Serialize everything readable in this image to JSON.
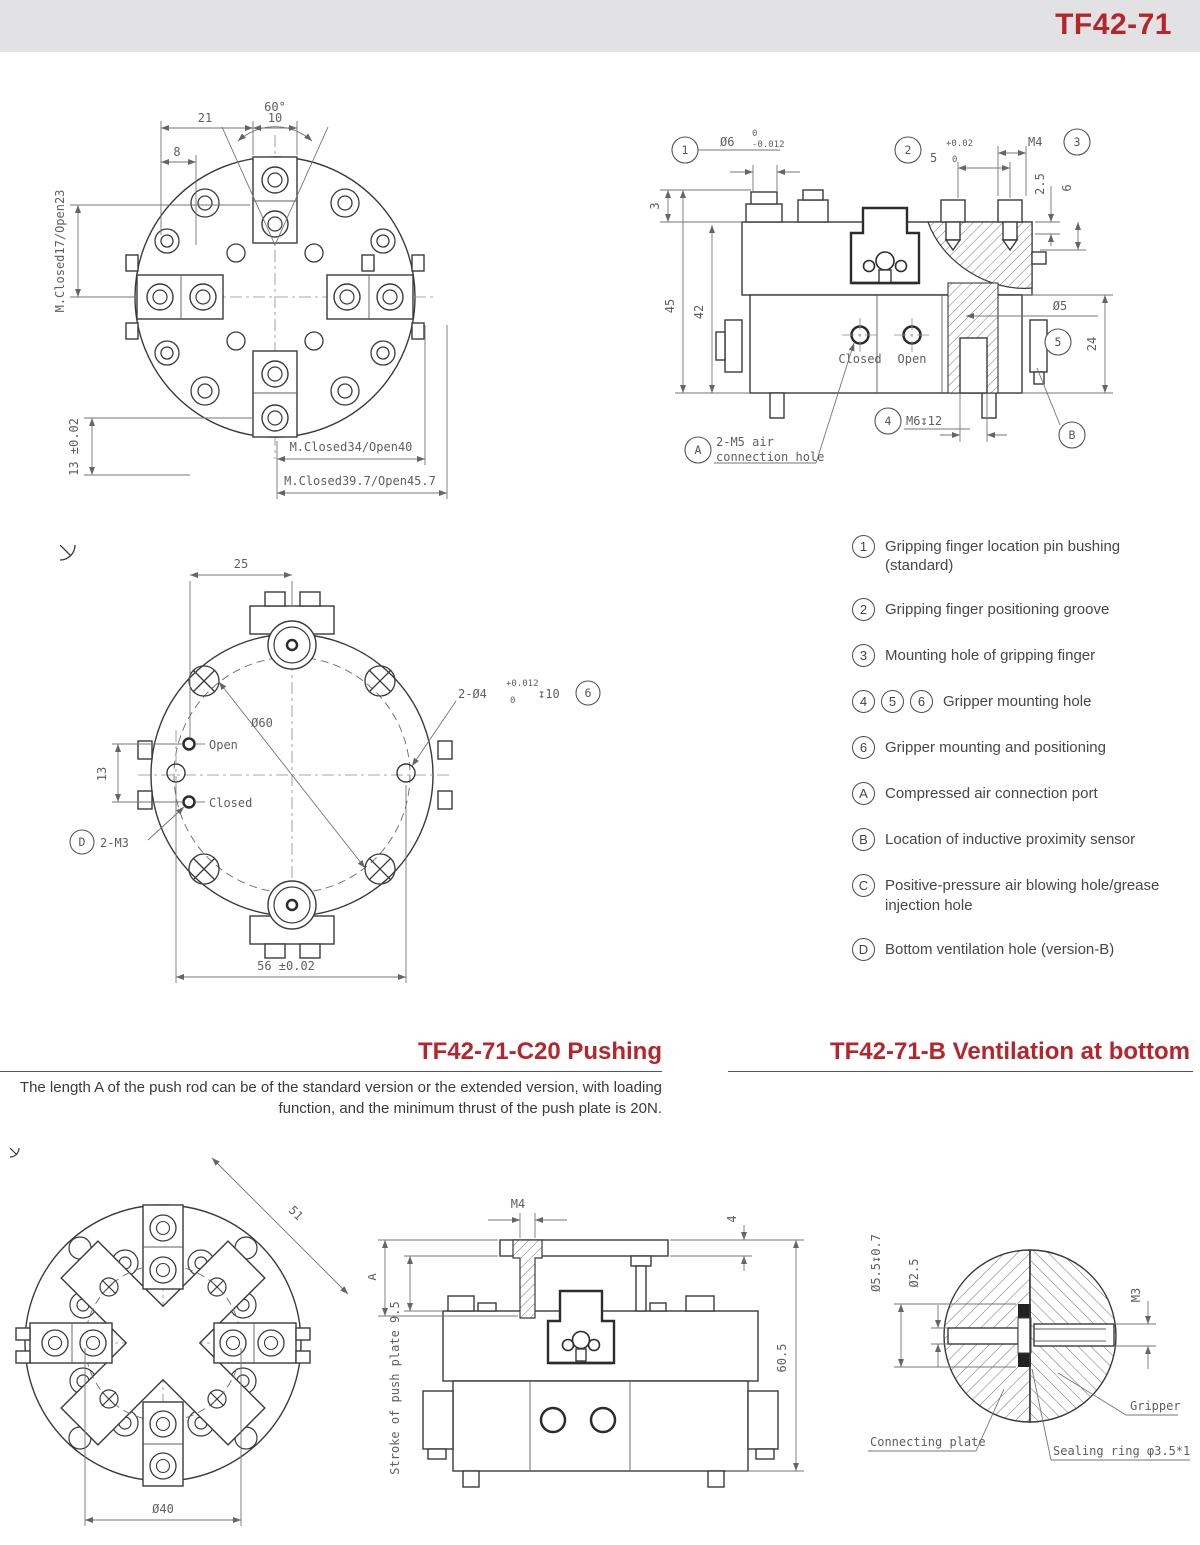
{
  "header": {
    "title": "TF42-71",
    "accent_color": "#b5262c",
    "band_color": "#e2e2e4"
  },
  "front_view": {
    "angle": "60°",
    "dim_21": "21",
    "dim_10": "10",
    "dim_8": "8",
    "left_label": "M.Closed17/Open23",
    "dim_13": "13 ±0.02",
    "bottom_dim_1": "M.Closed34/Open40",
    "bottom_dim_2": "M.Closed39.7/Open45.7"
  },
  "side_view": {
    "balloon_1": "1",
    "balloon_2": "2",
    "balloon_3": "3",
    "balloon_4": "4",
    "balloon_5": "5",
    "balloon_a": "A",
    "balloon_b": "B",
    "dia6_base": "Ø6",
    "dia6_upper": "0",
    "dia6_lower": "-0.012",
    "dim5_base": "5",
    "dim5_upper": "+0.02",
    "dim5_lower": "0",
    "m4": "M4",
    "dim_2_5": "2.5",
    "dim_6": "6",
    "dim_3": "3",
    "dim_45": "45",
    "dim_42": "42",
    "closed": "Closed",
    "open": "Open",
    "dia5": "Ø5",
    "dim_24": "24",
    "m6_depth": "M6↧12",
    "air_line1": "2-M5 air",
    "air_line2": "connection hole"
  },
  "bottom_view": {
    "dim_25": "25",
    "dia60": "Ø60",
    "open": "Open",
    "closed": "Closed",
    "dim_13": "13",
    "balloon_d": "D",
    "m3_callout": "2-M3",
    "hole_callout_base": "2-Ø4",
    "hole_callout_upper": "+0.012",
    "hole_callout_lower": "0",
    "hole_callout_depth": "↧10",
    "balloon_6": "6",
    "dim_56": "56 ±0.02"
  },
  "legend": {
    "items": [
      {
        "badges": [
          "1"
        ],
        "text": "Gripping finger location pin bushing (standard)"
      },
      {
        "badges": [
          "2"
        ],
        "text": "Gripping finger positioning groove"
      },
      {
        "badges": [
          "3"
        ],
        "text": "Mounting hole of gripping finger"
      },
      {
        "badges": [
          "4",
          "5",
          "6"
        ],
        "text": "Gripper mounting hole"
      },
      {
        "badges": [
          "6"
        ],
        "text": "Gripper mounting and positioning"
      },
      {
        "badges": [
          "A"
        ],
        "text": "Compressed air connection port"
      },
      {
        "badges": [
          "B"
        ],
        "text": "Location of inductive proximity sensor"
      },
      {
        "badges": [
          "C"
        ],
        "text": "Positive-pressure air blowing hole/grease injection hole"
      },
      {
        "badges": [
          "D"
        ],
        "text": "Bottom ventilation hole (version-B)"
      }
    ]
  },
  "sections": {
    "pushing_title": "TF42-71-C20 Pushing",
    "pushing_description": "The length A of the push rod can be of the standard version or the extended version, with loading function, and the minimum thrust of the push plate is 20N.",
    "ventilation_title": "TF42-71-B Ventilation at bottom"
  },
  "push_front": {
    "dim_51": "51",
    "dia40": "Ø40"
  },
  "push_side": {
    "m4": "M4",
    "dim_4": "4",
    "dim_a": "A",
    "stroke_label": "Stroke of push plate 9.5",
    "dim_60_5": "60.5"
  },
  "vent_detail": {
    "dia5_5": "Ø5.5↧0.7",
    "dia2_5": "Ø2.5",
    "m3": "M3",
    "connecting_plate": "Connecting plate",
    "gripper": "Gripper",
    "sealing_ring": "Sealing ring φ3.5*1"
  }
}
